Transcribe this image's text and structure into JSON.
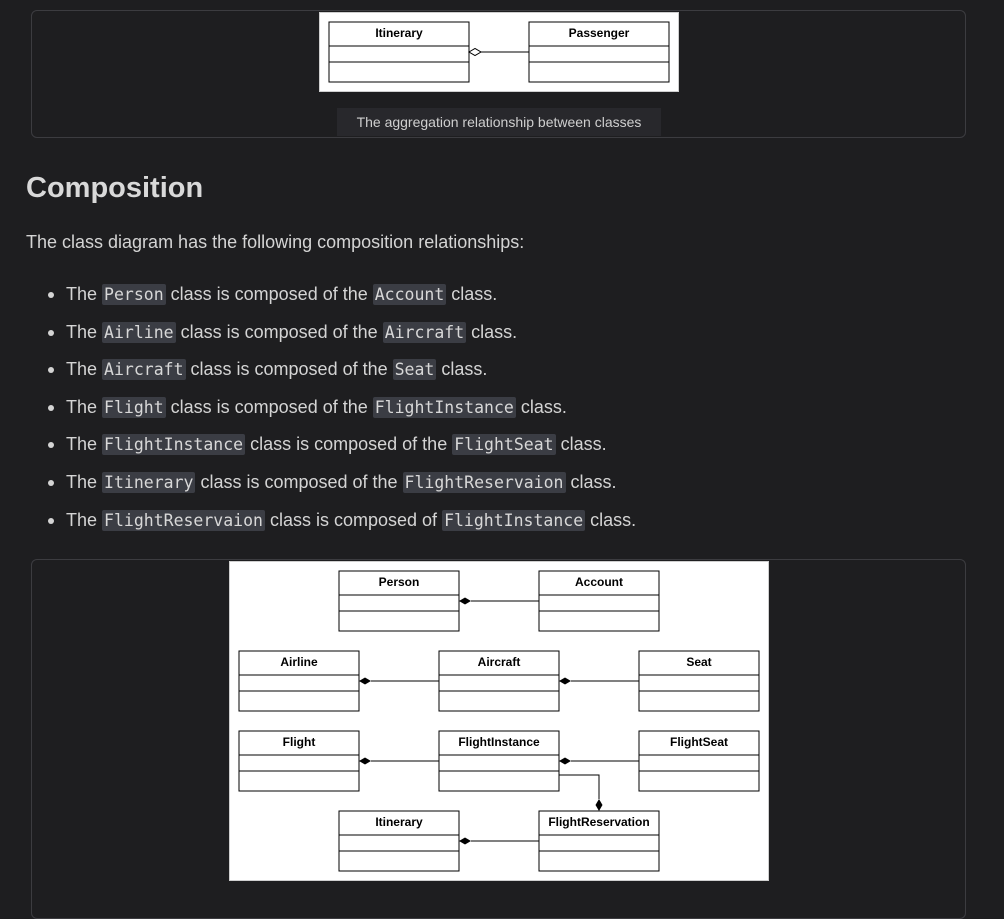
{
  "aggregation_figure": {
    "classes": [
      "Itinerary",
      "Passenger"
    ],
    "caption": "The aggregation relationship between classes"
  },
  "composition": {
    "heading": "Composition",
    "intro": "The class diagram has the following composition relationships:",
    "items": [
      {
        "pre": "The ",
        "a": "Person",
        "mid": " class is composed of the ",
        "b": "Account",
        "post": " class."
      },
      {
        "pre": "The ",
        "a": "Airline",
        "mid": " class is composed of the ",
        "b": "Aircraft",
        "post": " class."
      },
      {
        "pre": "The ",
        "a": "Aircraft",
        "mid": " class is composed of the ",
        "b": "Seat",
        "post": " class."
      },
      {
        "pre": "The ",
        "a": "Flight",
        "mid": " class is composed of the ",
        "b": "FlightInstance",
        "post": " class."
      },
      {
        "pre": "The ",
        "a": "FlightInstance",
        "mid": " class is composed of the ",
        "b": "FlightSeat",
        "post": " class."
      },
      {
        "pre": "The ",
        "a": "Itinerary",
        "mid": " class is composed of the ",
        "b": "FlightReservaion",
        "post": " class."
      },
      {
        "pre": "The ",
        "a": "FlightReservaion",
        "mid": " class is composed of ",
        "b": "FlightInstance",
        "post": " class."
      }
    ]
  },
  "composition_figure": {
    "classes": {
      "person": "Person",
      "account": "Account",
      "airline": "Airline",
      "aircraft": "Aircraft",
      "seat": "Seat",
      "flight": "Flight",
      "flight_instance": "FlightInstance",
      "flight_seat": "FlightSeat",
      "itinerary": "Itinerary",
      "flight_reservation": "FlightReservation"
    }
  }
}
